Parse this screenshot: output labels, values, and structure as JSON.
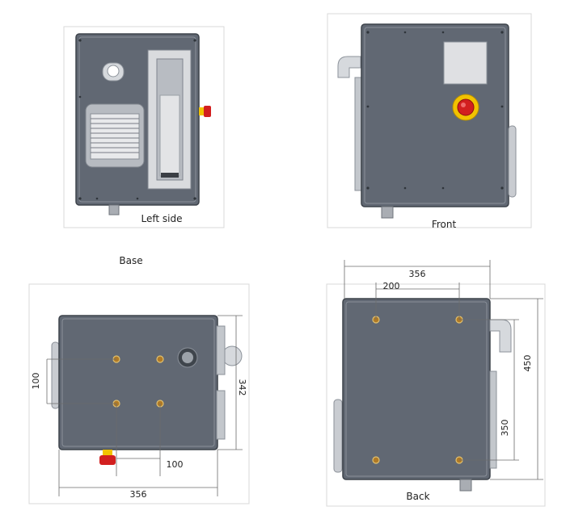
{
  "views": {
    "left_side": {
      "caption": "Left side"
    },
    "front": {
      "caption": "Front"
    },
    "base": {
      "caption": "Base",
      "dims": {
        "vertical": "100",
        "horizontal": "100",
        "width": "356",
        "height": "342"
      }
    },
    "back": {
      "caption": "Back",
      "dims": {
        "width": "356",
        "inner": "200",
        "height": "450",
        "lower": "350"
      }
    }
  },
  "colors": {
    "panel": "#616873",
    "estop_red": "#d21f1f",
    "estop_yellow": "#f2c200",
    "hole_brass": "#b07a25"
  }
}
